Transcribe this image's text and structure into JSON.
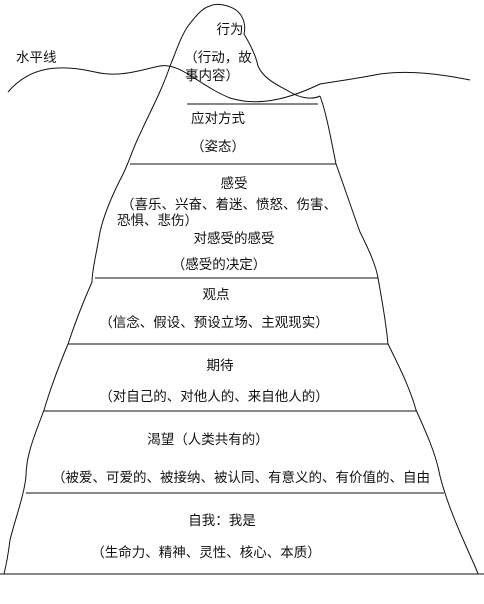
{
  "waterline_label": "水平线",
  "levels": [
    {
      "title": "行为",
      "detail_lines": [
        "（行动，故",
        "事内容）"
      ]
    },
    {
      "title": "应对方式",
      "detail_lines": [
        "（姿态）"
      ]
    },
    {
      "title": "感受",
      "detail_lines": [
        "（喜乐、兴奋、着迷、愤怒、伤害、",
        "恐惧、悲伤）"
      ],
      "subtitle": "对感受的感受",
      "subdetail": "（感受的决定）"
    },
    {
      "title": "观点",
      "detail_lines": [
        "（信念、假设、预设立场、主观现实）"
      ]
    },
    {
      "title": "期待",
      "detail_lines": [
        "（对自己的、对他人的、来自他人的）"
      ]
    },
    {
      "title": "渴望（人类共有的）",
      "detail_lines": [
        "（被爱、可爱的、被接纳、被认同、有意义的、有价值的、自由"
      ]
    },
    {
      "title": "自我：我是",
      "detail_lines": [
        "（生命力、精神、灵性、核心、本质）"
      ]
    }
  ]
}
